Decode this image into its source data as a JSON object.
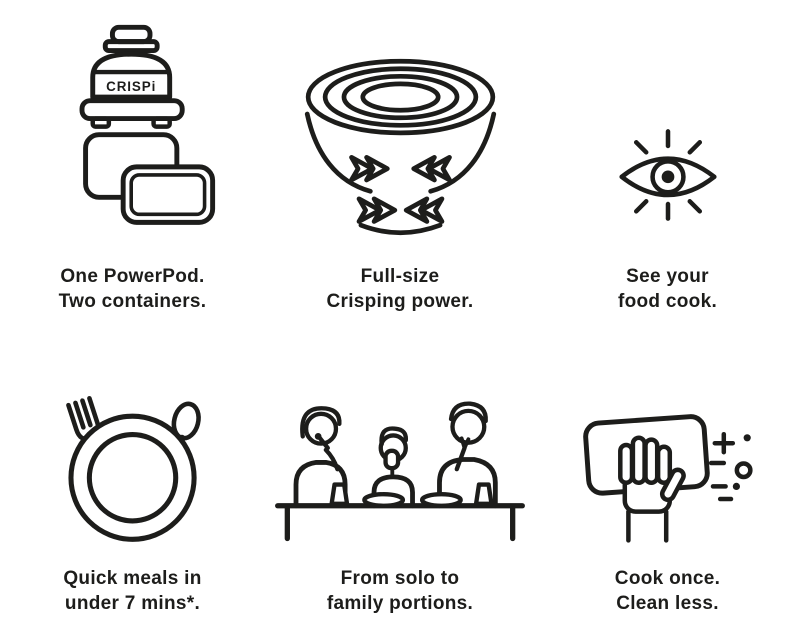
{
  "colors": {
    "ink": "#1d1d1b",
    "background": "#ffffff"
  },
  "features": [
    {
      "id": "powerpod",
      "icon": "powerpod-two-containers-icon",
      "device_label": "CRISPi",
      "caption_line1": "One PowerPod.",
      "caption_line2": "Two containers."
    },
    {
      "id": "crisping-power",
      "icon": "crisping-airflow-icon",
      "caption_line1": "Full-size",
      "caption_line2": "Crisping power."
    },
    {
      "id": "see-food-cook",
      "icon": "eye-icon",
      "caption_line1": "See your",
      "caption_line2": "food cook."
    },
    {
      "id": "quick-meals",
      "icon": "plate-cutlery-icon",
      "caption_line1": "Quick meals in",
      "caption_line2": "under 7 mins*."
    },
    {
      "id": "portions",
      "icon": "family-eating-icon",
      "caption_line1": "From solo to",
      "caption_line2": "family portions."
    },
    {
      "id": "easy-clean",
      "icon": "hand-wiping-icon",
      "caption_line1": "Cook once.",
      "caption_line2": "Clean less."
    }
  ]
}
